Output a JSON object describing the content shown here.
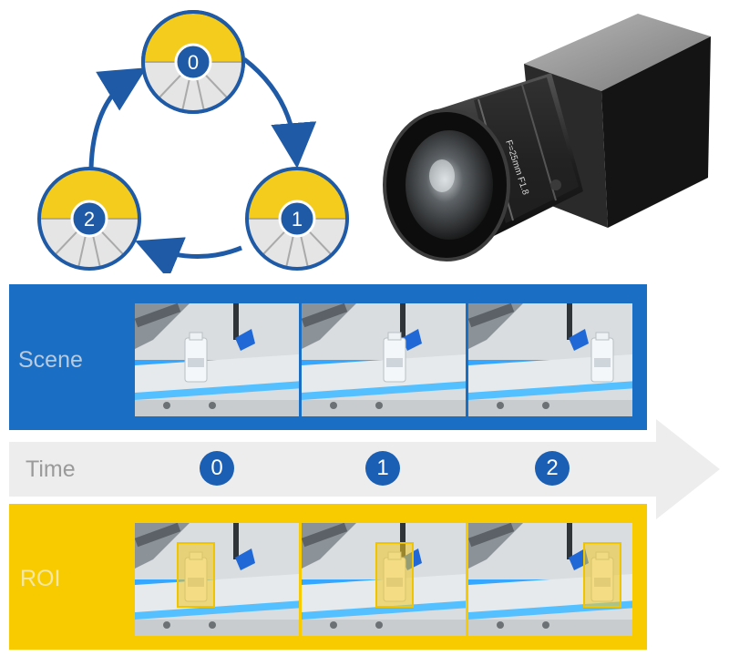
{
  "scene": {
    "label": "Scene"
  },
  "time": {
    "label": "Time",
    "steps": [
      "0",
      "1",
      "2"
    ]
  },
  "roi": {
    "label": "ROI"
  },
  "cycle": {
    "nodes": [
      "0",
      "1",
      "2"
    ]
  },
  "lens": {
    "marking": "F=25mm F1.8"
  },
  "colors": {
    "blue": "#1a6ec4",
    "yellow": "#f8cb00",
    "arrow": "#1f5aa6"
  },
  "icons": {
    "camera": "industrial-camera-icon",
    "frame": "conveyor-vial-icon",
    "cycle": "segmented-circle-icon"
  }
}
